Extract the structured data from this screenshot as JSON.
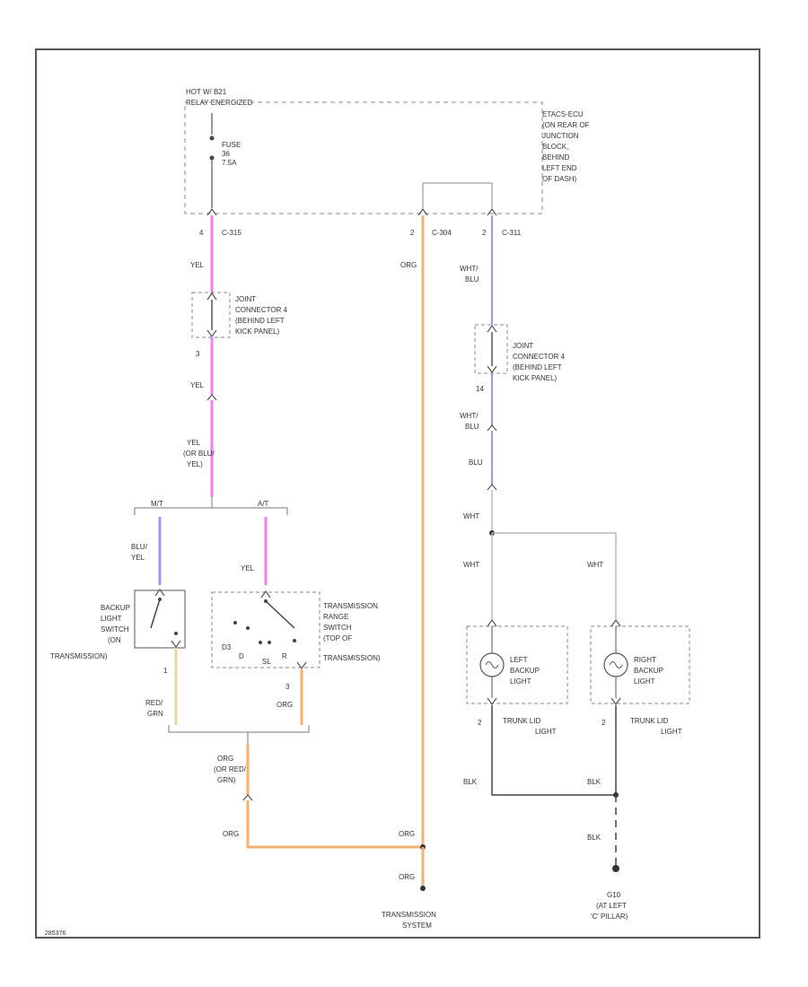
{
  "colors": {
    "border": "#555555",
    "wire_black": "#444444",
    "wire_gray": "#bbbbbb",
    "yel": "#ee82ee",
    "org": "#f5b070",
    "blu": "#9999ee",
    "red_grn": "#e8d8a0",
    "dashed": "#888888"
  },
  "hot_label_1": "HOT W/ B21",
  "hot_label_2": "RELAY ENERGIZED",
  "fuse": {
    "l1": "FUSE",
    "l2": "36",
    "l3": "7.5A"
  },
  "ecu": [
    "ETACS-ECU",
    "(ON REAR OF",
    "JUNCTION",
    "BLOCK,",
    "BEHIND",
    "LEFT END",
    "OF DASH)"
  ],
  "conn": {
    "c1_pin": "4",
    "c1_name": "C-315",
    "c2_pin": "2",
    "c2_name": "C-304",
    "c3_pin": "2",
    "c3_name": "C-311"
  },
  "wires": {
    "yel1": "YEL",
    "org1": "ORG",
    "wht_blu1": [
      "WHT/",
      "BLU"
    ],
    "jc_pin": "3",
    "yel2": "YEL",
    "yel3": [
      "YEL",
      "(OR BLU/",
      "YEL)"
    ],
    "jc2_pin": "14",
    "wht_blu2": [
      "WHT/",
      "BLU"
    ],
    "blu1": "BLU",
    "wht1": "WHT",
    "wht2": "WHT",
    "wht3": "WHT",
    "blu_yel": [
      "BLU/",
      "YEL"
    ],
    "yel4": "YEL",
    "mt": "M/T",
    "at": "A/T",
    "pin1": "1",
    "pin3": "3",
    "red_grn": [
      "RED/",
      "GRN"
    ],
    "org2": "ORG",
    "org3": [
      "ORG",
      "(OR RED/",
      "GRN)"
    ],
    "org4": "ORG",
    "org5": "ORG",
    "org6": "ORG",
    "lpin": "2",
    "rpin": "2",
    "blk1": "BLK",
    "blk2": "BLK",
    "blk3": "BLK"
  },
  "jc1": [
    "JOINT",
    "CONNECTOR 4",
    "(BEHIND LEFT",
    "KICK PANEL)"
  ],
  "jc2": [
    "JOINT",
    "CONNECTOR 4",
    "(BEHIND LEFT",
    "KICK PANEL)"
  ],
  "backup_switch": [
    "BACKUP",
    "LIGHT",
    "SWITCH",
    "(ON",
    "TRANSMISSION)"
  ],
  "range_switch": [
    "TRANSMISSION",
    "RANGE",
    "SWITCH",
    "(TOP OF",
    "TRANSMISSION)"
  ],
  "range_positions": {
    "d3": "D3",
    "d": "D",
    "sl": "SL",
    "r": "R"
  },
  "left_lamp": [
    "LEFT",
    "BACKUP",
    "LIGHT"
  ],
  "right_lamp": [
    "RIGHT",
    "BACKUP",
    "LIGHT"
  ],
  "trunk1": [
    "TRUNK LID",
    "LIGHT"
  ],
  "trunk2": [
    "TRUNK LID",
    "LIGHT"
  ],
  "trans_system": [
    "TRANSMISSION",
    "SYSTEM"
  ],
  "ground": [
    "G10",
    "(AT LEFT",
    "'C' PILLAR)"
  ],
  "figure_id": "285376"
}
